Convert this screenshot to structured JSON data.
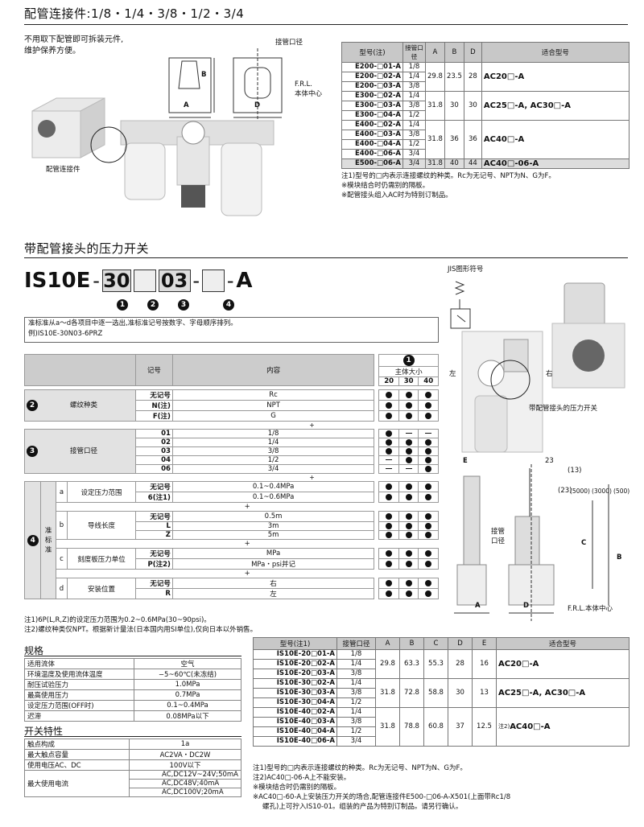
{
  "s1": {
    "title": "配管连接件:1/8・1/4・3/8・1/2・3/4",
    "desc1": "不用取下配管即可拆装元件,",
    "desc2": "维护保养方便。",
    "lbl_port": "接管口径",
    "lbl_frl1": "F.R.L.",
    "lbl_frl2": "本体中心",
    "lbl_piping": "配管连接件",
    "A": "A",
    "B": "B",
    "D": "D"
  },
  "t1": {
    "headers": [
      "型号(注)",
      "接管口径",
      "A",
      "B",
      "D",
      "适合型号"
    ],
    "rows": [
      [
        "E200-□01-A",
        "1/8"
      ],
      [
        "E200-□02-A",
        "1/4"
      ],
      [
        "E200-□03-A",
        "3/8"
      ],
      [
        "E300-□02-A",
        "1/4"
      ],
      [
        "E300-□03-A",
        "3/8"
      ],
      [
        "E300-□04-A",
        "1/2"
      ],
      [
        "E400-□02-A",
        "1/4"
      ],
      [
        "E400-□03-A",
        "3/8"
      ],
      [
        "E400-□04-A",
        "1/2"
      ],
      [
        "E400-□06-A",
        "3/4"
      ],
      [
        "E500-□06-A",
        "3/4"
      ]
    ],
    "g1": {
      "A": "29.8",
      "B": "23.5",
      "D": "28",
      "model": "AC20□-A"
    },
    "g2": {
      "A": "31.8",
      "B": "30",
      "D": "30",
      "model": "AC25□-A, AC30□-A"
    },
    "g3": {
      "A": "31.8",
      "B": "36",
      "D": "36",
      "model": "AC40□-A"
    },
    "g4": {
      "A": "31.8",
      "B": "40",
      "D": "44",
      "model": "AC40□-06-A"
    },
    "notes": [
      "注1)型号的□内表示连接螺纹的种类。Rc为无记号、NPT为N、G为F。",
      "※模块结合时仍需别的隔板。",
      "※配管接头组入AC时为特别订制品。"
    ]
  },
  "s2": {
    "title": "带配管接头的压力开关",
    "code": {
      "prefix": "IS10E",
      "c1": "30",
      "c3": "03",
      "suffix": "A",
      "n1": "1",
      "n2": "2",
      "n3": "3",
      "n4": "4"
    },
    "jis": "JIS图形符号",
    "left": "左",
    "right": "右",
    "lbl_sw": "带配管接头的压力开关",
    "instr1": "准标准从a～d各项目中逐一选出,准标准记号按数字、字母顺序排列。",
    "instr2": "例)IS10E-30N03-6PRZ",
    "dims": {
      "E": "E",
      "d23": "23",
      "d13": "(13)",
      "d23b": "(23)",
      "d5000a": "(5000)",
      "d3000": "(3000)",
      "d500": "(500)",
      "C": "C",
      "B": "B",
      "A": "A",
      "D": "D",
      "port1": "接管",
      "port2": "口径",
      "frl": "F.R.L.本体中心"
    }
  },
  "sel": {
    "h_sym": "记号",
    "h_content": "内容",
    "h_size": "主体大小",
    "sizes": [
      "20",
      "30",
      "40"
    ],
    "n1": "1",
    "thread": {
      "num": "2",
      "label": "螺纹种类",
      "rows": [
        [
          "无记号",
          "Rc"
        ],
        [
          "N(注)",
          "NPT"
        ],
        [
          "F(注)",
          "G"
        ]
      ]
    },
    "port": {
      "num": "3",
      "label": "接管口径",
      "rows": [
        [
          "01",
          "1/8"
        ],
        [
          "02",
          "1/4"
        ],
        [
          "03",
          "3/8"
        ],
        [
          "04",
          "1/2"
        ],
        [
          "06",
          "3/4"
        ]
      ]
    },
    "opt": {
      "num": "4",
      "label": "准标准",
      "a": {
        "k": "a",
        "label": "设定压力范围",
        "rows": [
          [
            "无记号",
            "0.1~0.4MPa"
          ],
          [
            "6(注1)",
            "0.1~0.6MPa"
          ]
        ]
      },
      "b": {
        "k": "b",
        "label": "导线长度",
        "rows": [
          [
            "无记号",
            "0.5m"
          ],
          [
            "L",
            "3m"
          ],
          [
            "Z",
            "5m"
          ]
        ]
      },
      "c": {
        "k": "c",
        "label": "刻度板压力单位",
        "rows": [
          [
            "无记号",
            "MPa"
          ],
          [
            "P(注2)",
            "MPa・psi并记"
          ]
        ]
      },
      "d": {
        "k": "d",
        "label": "安装位置",
        "rows": [
          [
            "无记号",
            "右"
          ],
          [
            "R",
            "左"
          ]
        ]
      }
    },
    "plus": "+",
    "notes": [
      "注1)6P(L,R,Z)的设定压力范围为0.2~0.6MPa(30~90psi)。",
      "注2)螺纹种类仅NPT。根据新计量法(日本国内用SI单位),仅向日本以外销售。"
    ]
  },
  "spec": {
    "title": "规格",
    "rows": [
      [
        "适用流体",
        "空气"
      ],
      [
        "环境温度及使用流体温度",
        "−5~60℃(未冻结)"
      ],
      [
        "耐压试验压力",
        "1.0MPa"
      ],
      [
        "最高使用压力",
        "0.7MPa"
      ],
      [
        "设定压力范围(OFF时)",
        "0.1~0.4MPa"
      ],
      [
        "迟滞",
        "0.08MPa以下"
      ]
    ]
  },
  "sw": {
    "title": "开关特性",
    "rows": [
      [
        "触点构成",
        "1a"
      ],
      [
        "最大触点容量",
        "AC2VA・DC2W"
      ],
      [
        "使用电压AC、DC",
        "100V以下"
      ]
    ],
    "cur_label": "最大使用电流",
    "cur": [
      "AC,DC12V~24V;50mA",
      "AC,DC48V;40mA",
      "AC,DC100V;20mA"
    ]
  },
  "t2": {
    "headers": [
      "型号(注1)",
      "接管口径",
      "A",
      "B",
      "C",
      "D",
      "E",
      "适合型号"
    ],
    "rows": [
      [
        "IS10E-20□01-A",
        "1/8"
      ],
      [
        "IS10E-20□02-A",
        "1/4"
      ],
      [
        "IS10E-20□03-A",
        "3/8"
      ],
      [
        "IS10E-30□02-A",
        "1/4"
      ],
      [
        "IS10E-30□03-A",
        "3/8"
      ],
      [
        "IS10E-30□04-A",
        "1/2"
      ],
      [
        "IS10E-40□02-A",
        "1/4"
      ],
      [
        "IS10E-40□03-A",
        "3/8"
      ],
      [
        "IS10E-40□04-A",
        "1/2"
      ],
      [
        "IS10E-40□06-A",
        "3/4"
      ]
    ],
    "g1": {
      "A": "29.8",
      "B": "63.3",
      "C": "55.3",
      "D": "28",
      "E": "16",
      "model": "AC20□-A"
    },
    "g2": {
      "A": "31.8",
      "B": "72.8",
      "C": "58.8",
      "D": "30",
      "E": "13",
      "model": "AC25□-A, AC30□-A"
    },
    "g3": {
      "A": "31.8",
      "B": "78.8",
      "C": "60.8",
      "D": "37",
      "E": "12.5",
      "pre": "注2)",
      "model": "AC40□-A"
    },
    "notes": [
      "注1)型号的□内表示连接螺纹的种类。Rc为无记号、NPT为N、G为F。",
      "注2)AC40□-06-A上不能安装。",
      "※模块结合时仍需别的隔板。",
      "※AC40□-60-A上安装压力开关的场合,配管连接件E500-□06-A-X501(上面带Rc1/8",
      "螺孔)上可拧入IS10-01。组装的产品为特别订制品。请另行确认。"
    ]
  }
}
